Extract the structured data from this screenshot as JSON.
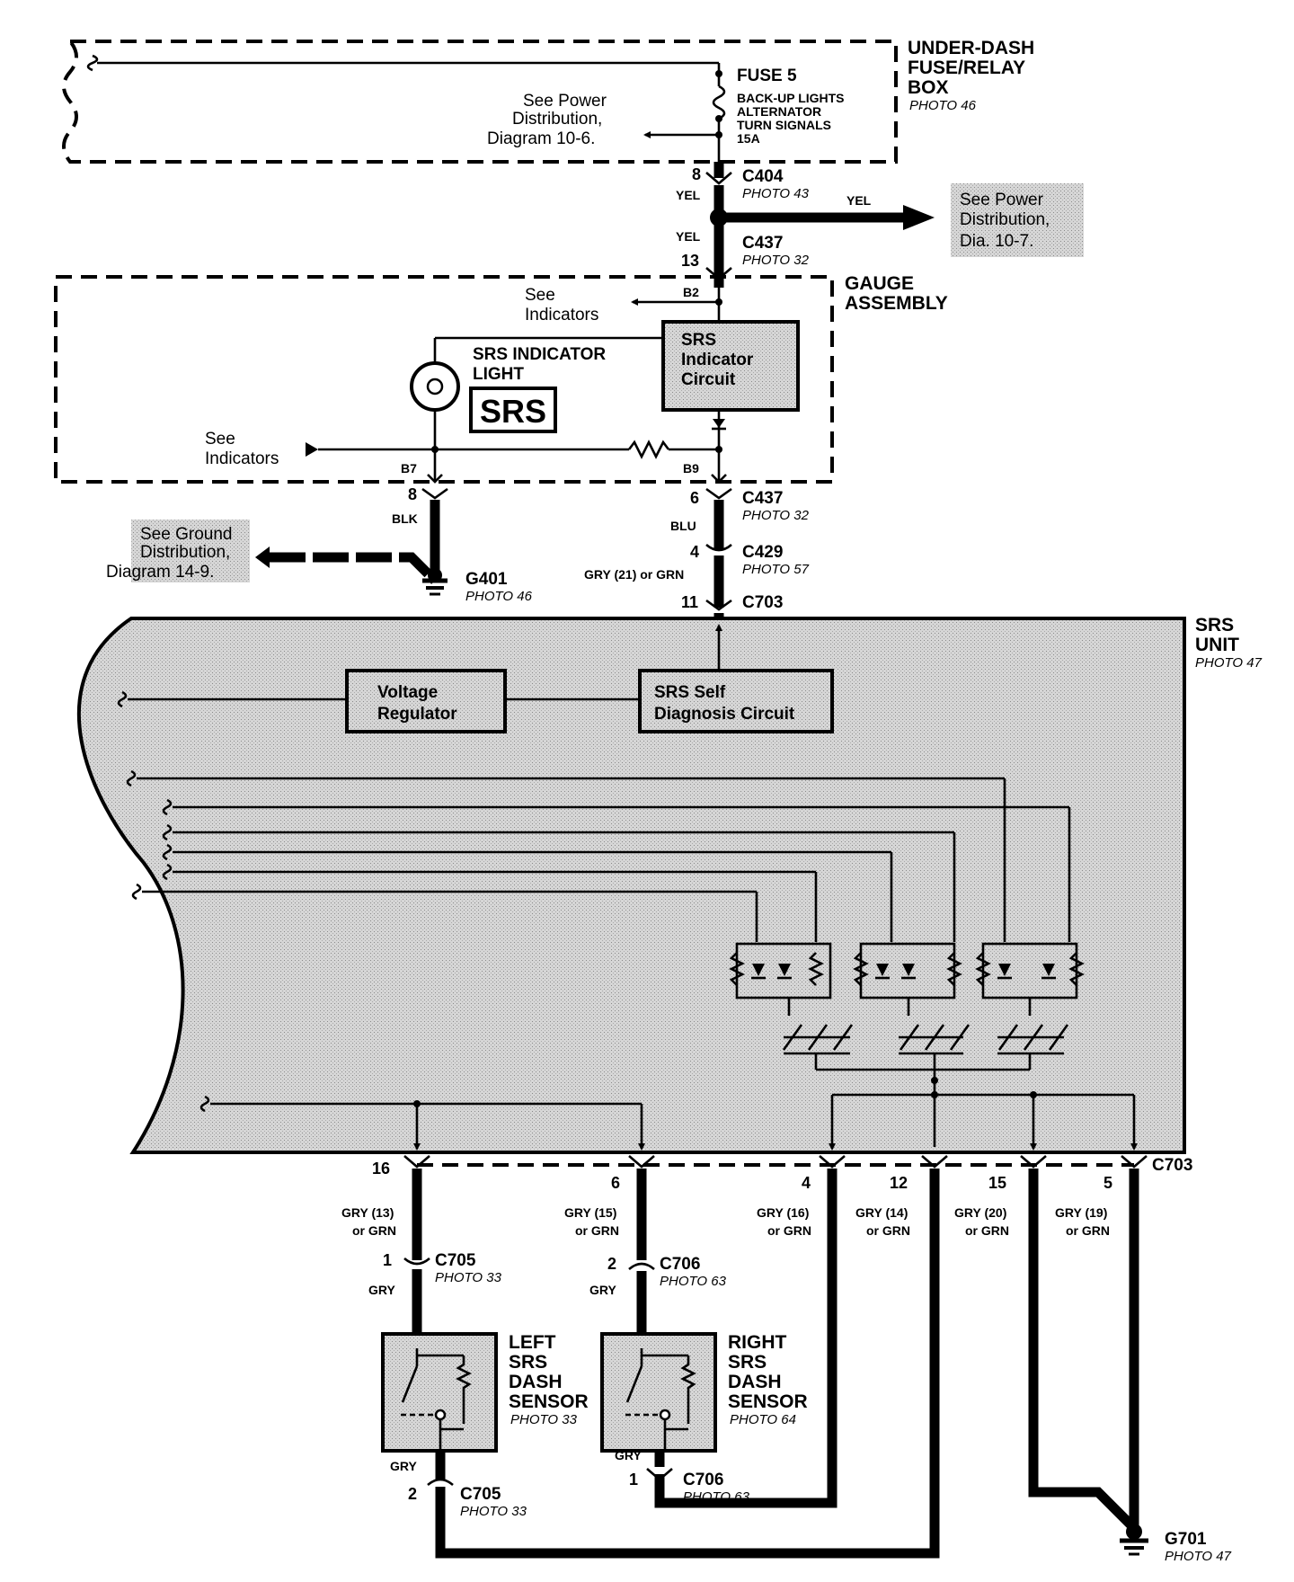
{
  "fuse_box": {
    "title": [
      "UNDER-DASH",
      "FUSE/RELAY",
      "BOX"
    ],
    "photo": "PHOTO 46",
    "fuse_name": "FUSE 5",
    "fuse_circuits": [
      "BACK-UP LIGHTS",
      "ALTERNATOR",
      "TURN SIGNALS",
      "15A"
    ],
    "see_power": [
      "See Power",
      "Distribution,",
      "Diagram 10-6."
    ]
  },
  "c404": {
    "name": "C404",
    "photo": "PHOTO 43",
    "pin": "8",
    "wire": "YEL"
  },
  "yel_branch": {
    "wire": "YEL",
    "see": [
      "See Power",
      "Distribution,",
      "Dia. 10-7."
    ]
  },
  "c437_top": {
    "name": "C437",
    "photo": "PHOTO 32",
    "pin": "13",
    "wire": "YEL"
  },
  "gauge": {
    "title": [
      "GAUGE",
      "ASSEMBLY"
    ],
    "see_ind_top": [
      "See",
      "Indicators"
    ],
    "see_ind_left": [
      "See",
      "Indicators"
    ],
    "b2": "B2",
    "b7": "B7",
    "b9": "B9",
    "srs_light": [
      "SRS INDICATOR",
      "LIGHT"
    ],
    "srs_badge": "SRS",
    "srs_circuit": [
      "SRS",
      "Indicator",
      "Circuit"
    ]
  },
  "ground_g401": {
    "pin": "8",
    "wire": "BLK",
    "name": "G401",
    "photo": "PHOTO 46",
    "see": [
      "See Ground",
      "Distribution,",
      "Diagram 14-9."
    ]
  },
  "c437_bottom": {
    "name": "C437",
    "photo": "PHOTO 32",
    "pin": "6",
    "wire": "BLU"
  },
  "c429": {
    "name": "C429",
    "photo": "PHOTO 57",
    "pin": "4",
    "wire": "GRY (21) or GRN"
  },
  "c703_top": {
    "name": "C703",
    "pin": "11"
  },
  "srs_unit": {
    "title": [
      "SRS",
      "UNIT"
    ],
    "photo": "PHOTO 47",
    "voltage_regulator": [
      "Voltage",
      "Regulator"
    ],
    "self_diag": [
      "SRS Self",
      "Diagnosis Circuit"
    ]
  },
  "c703_bottom": {
    "name": "C703",
    "pins": [
      {
        "pin": "16",
        "wire": [
          "GRY (13)",
          "or GRN"
        ]
      },
      {
        "pin": "6",
        "wire": [
          "GRY (15)",
          "or GRN"
        ]
      },
      {
        "pin": "4",
        "wire": [
          "GRY (16)",
          "or GRN"
        ]
      },
      {
        "pin": "12",
        "wire": [
          "GRY (14)",
          "or GRN"
        ]
      },
      {
        "pin": "15",
        "wire": [
          "GRY (20)",
          "or GRN"
        ]
      },
      {
        "pin": "5",
        "wire": [
          "GRY (19)",
          "or GRN"
        ]
      }
    ]
  },
  "left_sensor": {
    "title": [
      "LEFT",
      "SRS",
      "DASH",
      "SENSOR"
    ],
    "photo": "PHOTO 33",
    "top_conn": {
      "name": "C705",
      "photo": "PHOTO 33",
      "pin": "1",
      "wire": "GRY"
    },
    "bottom_conn": {
      "name": "C705",
      "photo": "PHOTO 33",
      "pin": "2",
      "wire": "GRY"
    }
  },
  "right_sensor": {
    "title": [
      "RIGHT",
      "SRS",
      "DASH",
      "SENSOR"
    ],
    "photo": "PHOTO 64",
    "top_conn": {
      "name": "C706",
      "photo": "PHOTO 63",
      "pin": "2",
      "wire": "GRY"
    },
    "bottom_conn": {
      "name": "C706",
      "photo": "PHOTO 63",
      "pin": "1",
      "wire": "GRY"
    }
  },
  "ground_g701": {
    "name": "G701",
    "photo": "PHOTO 47"
  }
}
